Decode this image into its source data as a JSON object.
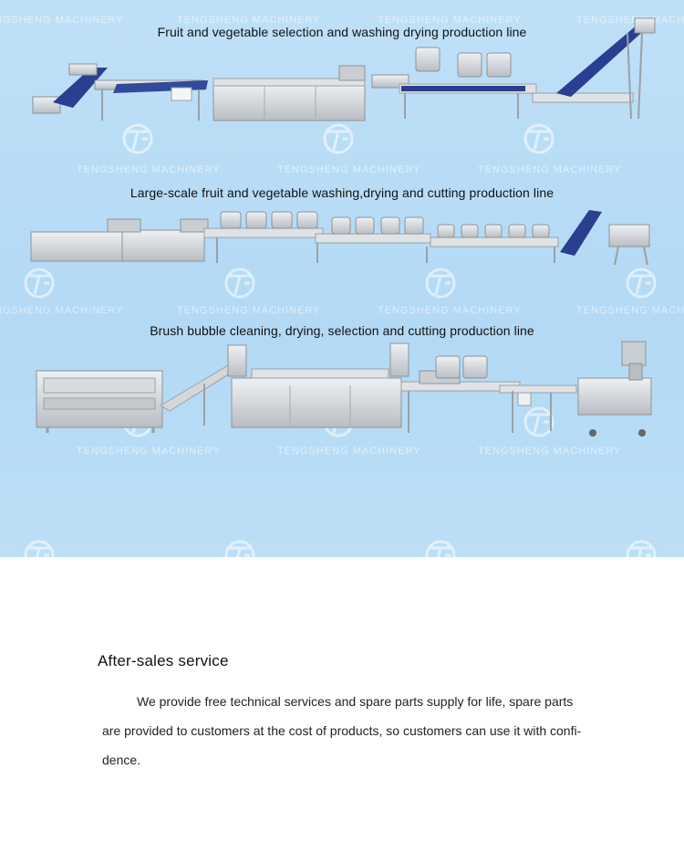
{
  "watermark": {
    "text": "TENGSHENG MACHINERY",
    "partial_text": "NGSHENG MACHINERY"
  },
  "lines": [
    {
      "title": "Fruit and vegetable selection and washing drying production line"
    },
    {
      "title": "Large-scale fruit and vegetable washing,drying and cutting production line"
    },
    {
      "title": "Brush bubble cleaning, drying, selection and cutting production line"
    }
  ],
  "after_sales": {
    "heading": "After-sales service",
    "paragraph": "We provide free technical services and spare parts supply for life, spare parts are provided to customers at the cost of products, so customers can use it with confi-dence."
  },
  "colors": {
    "background_top": "#bfe0f7",
    "steel": "#cfd3d6",
    "conveyor_blue": "#2a3f8f"
  }
}
